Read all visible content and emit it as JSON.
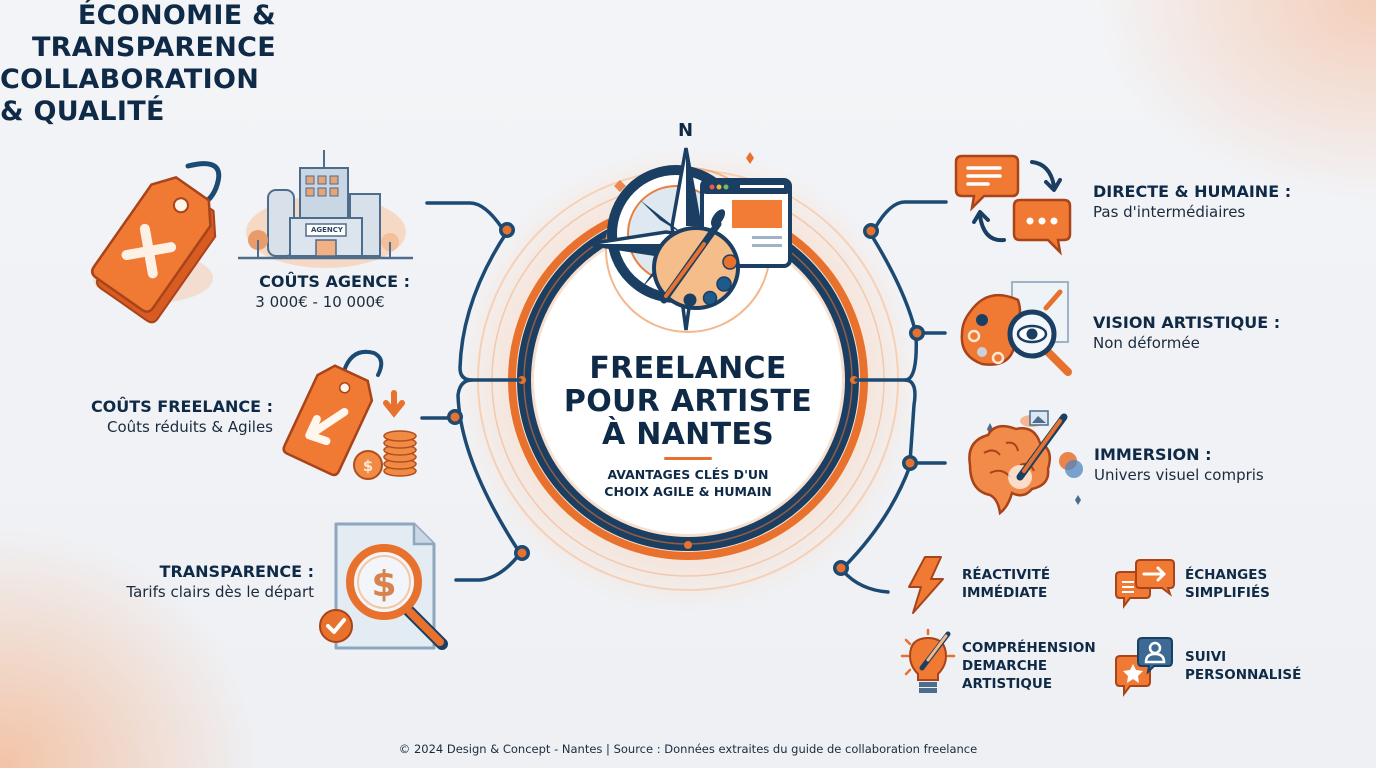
{
  "headings": {
    "left_line1": "ÉCONOMIE &",
    "left_line2": "TRANSPARENCE",
    "right_line1": "COLLABORATION",
    "right_line2": "& QUALITÉ"
  },
  "center": {
    "compass_letter": "N",
    "title_line1": "FREELANCE",
    "title_line2": "POUR ARTISTE",
    "title_line3": "À NANTES",
    "subtitle_line1": "AVANTAGES CLÉS D'UN",
    "subtitle_line2": "CHOIX AGILE & HUMAIN",
    "agency_sign": "AGENCY"
  },
  "left_items": [
    {
      "title": "COÛTS AGENCE :",
      "subtitle": "3 000€ - 10 000€",
      "icon": "crossed-price-tag-icon"
    },
    {
      "title": "COÛTS FREELANCE :",
      "subtitle": "Coûts réduits & Agiles",
      "icon": "discount-tag-icon"
    },
    {
      "title": "TRANSPARENCE :",
      "subtitle": "Tarifs clairs dès le départ",
      "icon": "document-magnifier-icon"
    }
  ],
  "right_items": [
    {
      "title": "DIRECTE & HUMAINE :",
      "subtitle": "Pas d'intermédiaires",
      "icon": "chat-exchange-icon"
    },
    {
      "title": "VISION ARTISTIQUE :",
      "subtitle": "Non déformée",
      "icon": "palette-eye-icon"
    },
    {
      "title": "IMMERSION :",
      "subtitle": "Univers visuel compris",
      "icon": "brain-brush-icon"
    }
  ],
  "mini_items": [
    {
      "line1": "RÉACTIVITÉ",
      "line2": "IMMÉDIATE",
      "icon": "lightning-icon"
    },
    {
      "line1": "ÉCHANGES",
      "line2": "SIMPLIFIÉS",
      "icon": "chat-arrow-icon"
    },
    {
      "line1": "COMPRÉHENSION",
      "line2": "DEMARCHE",
      "line3": "ARTISTIQUE",
      "icon": "lightbulb-brush-icon"
    },
    {
      "line1": "SUIVI",
      "line2": "PERSONNALISÉ",
      "icon": "user-star-chat-icon"
    }
  ],
  "footer": "© 2024 Design & Concept - Nantes | Source : Données extraites du guide de collaboration freelance",
  "colors": {
    "navy": "#0f2a47",
    "line_navy": "#1d4a72",
    "orange": "#e8712d",
    "orange_light": "#f59a4e",
    "background": "#f1f2f5"
  }
}
